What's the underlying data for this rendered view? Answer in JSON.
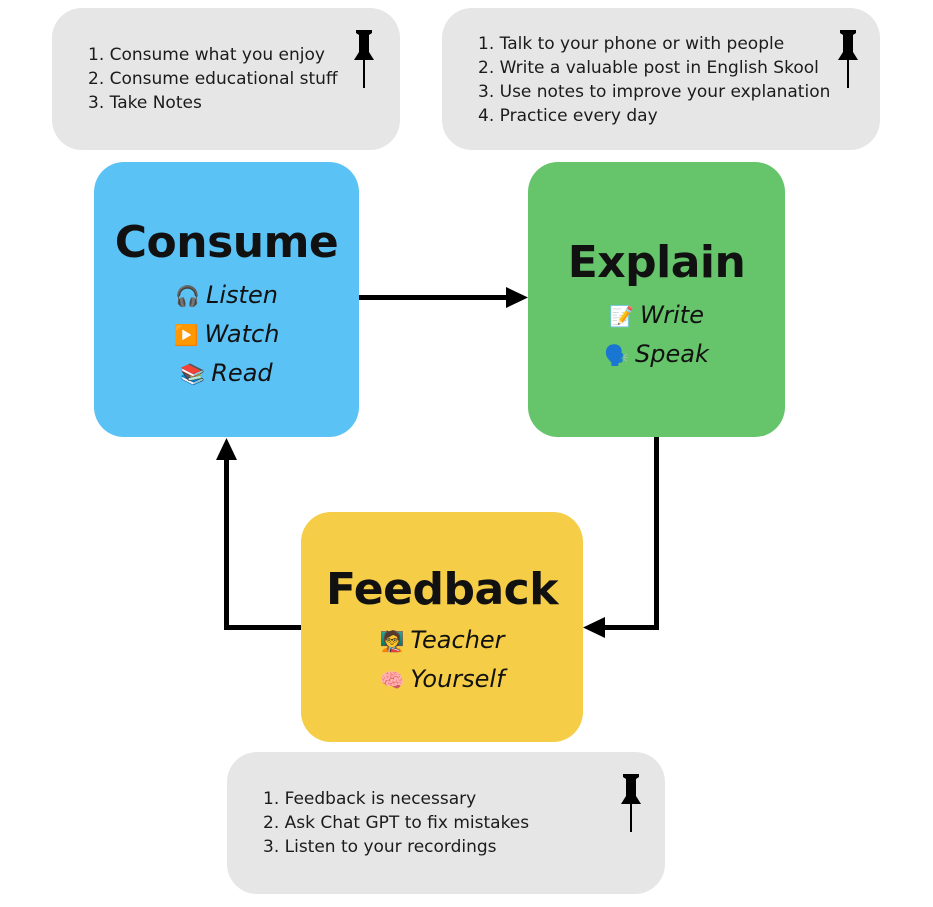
{
  "notes": {
    "consume": [
      "1. Consume what you enjoy",
      "2. Consume educational stuff",
      "3. Take Notes"
    ],
    "explain": [
      "1. Talk to your phone or with people",
      "2. Write a valuable post in English Skool",
      "3. Use notes to improve your explanation",
      "4. Practice every day"
    ],
    "feedback": [
      "1. Feedback is necessary",
      "2. Ask Chat GPT to fix mistakes",
      "3. Listen to your recordings"
    ]
  },
  "boxes": {
    "consume": {
      "title": "Consume",
      "color": "#5bc2f5",
      "items": [
        {
          "icon": "🎧",
          "icon_name": "headphones-icon",
          "label": "Listen"
        },
        {
          "icon": "▶️",
          "icon_name": "play-button-icon",
          "label": "Watch"
        },
        {
          "icon": "📚",
          "icon_name": "books-icon",
          "label": "Read"
        }
      ]
    },
    "explain": {
      "title": "Explain",
      "color": "#66c46b",
      "items": [
        {
          "icon": "📝",
          "icon_name": "memo-icon",
          "label": "Write"
        },
        {
          "icon": "🗣️",
          "icon_name": "speaking-head-icon",
          "label": "Speak"
        }
      ]
    },
    "feedback": {
      "title": "Feedback",
      "color": "#f5cd47",
      "items": [
        {
          "icon": "🧑‍🏫",
          "icon_name": "teacher-icon",
          "label": "Teacher"
        },
        {
          "icon": "🧠",
          "icon_name": "brain-icon",
          "label": "Yourself"
        }
      ]
    }
  }
}
